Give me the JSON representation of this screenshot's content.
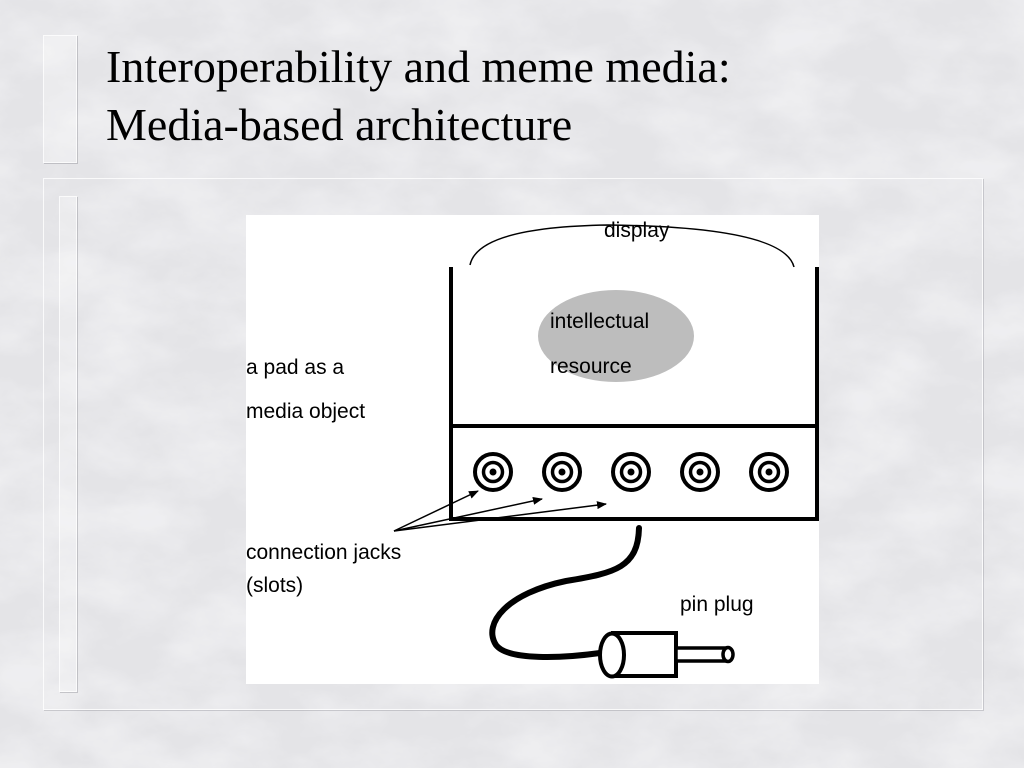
{
  "slide": {
    "title_line1": "Interoperability and meme media:",
    "title_line2": "Media-based architecture"
  },
  "diagram": {
    "labels": {
      "display": "display",
      "resource_line1": "intellectual",
      "resource_line2": "resource",
      "pad_line1": "a pad as a",
      "pad_line2": "media object",
      "jacks_line1": "connection jacks",
      "jacks_line2": "(slots)",
      "plug": "pin plug"
    },
    "jack_count": 5
  },
  "colors": {
    "background": "#d9d9dc",
    "resource_fill": "#bdbdbd",
    "stroke": "#000000"
  }
}
